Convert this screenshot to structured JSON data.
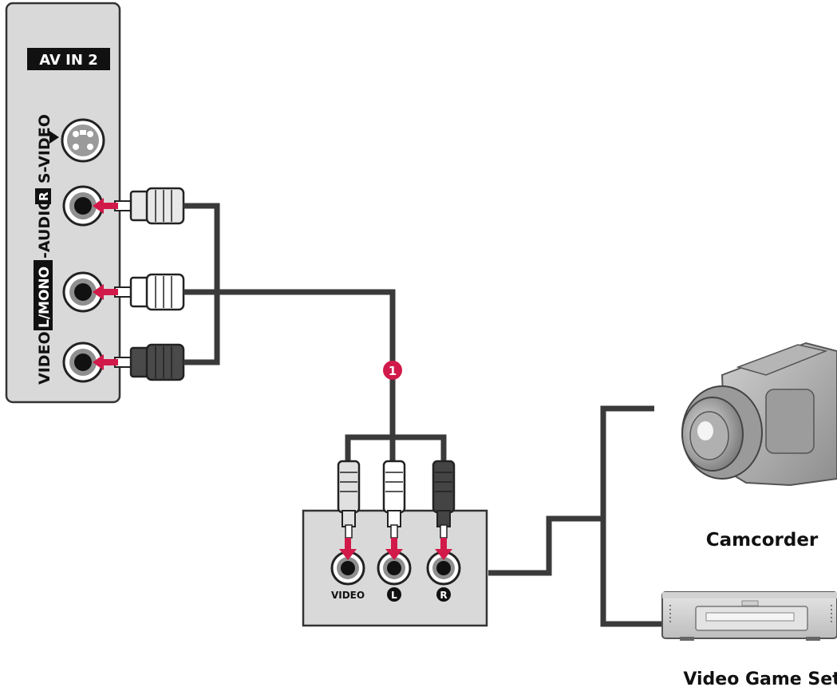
{
  "tv_panel": {
    "header": "AV IN 2",
    "svideo_label": "S-VIDEO",
    "video_label": "VIDEO",
    "lmono_label": "L/MONO",
    "audio_label": "-AUDIO-",
    "r_label": "R"
  },
  "step_marker": "1",
  "source_panel": {
    "video_label": "VIDEO",
    "l_label": "L",
    "r_label": "R"
  },
  "devices": {
    "camcorder_label": "Camcorder",
    "game_label": "Video Game Set"
  },
  "colors": {
    "panel_fill": "#d9d9d9",
    "outline": "#333333",
    "cable": "#3a3a3a",
    "arrow": "#d11a4a",
    "video_plug": "#e0e0e0",
    "audio_left_plug": "#ffffff",
    "audio_right_plug": "#444444"
  },
  "icons": {
    "svideo_port": "svideo-jack-icon",
    "rca_port": "rca-jack-icon",
    "insert_arrow": "red-arrow-icon",
    "camcorder": "camcorder-icon",
    "game_set": "video-game-console-icon"
  }
}
